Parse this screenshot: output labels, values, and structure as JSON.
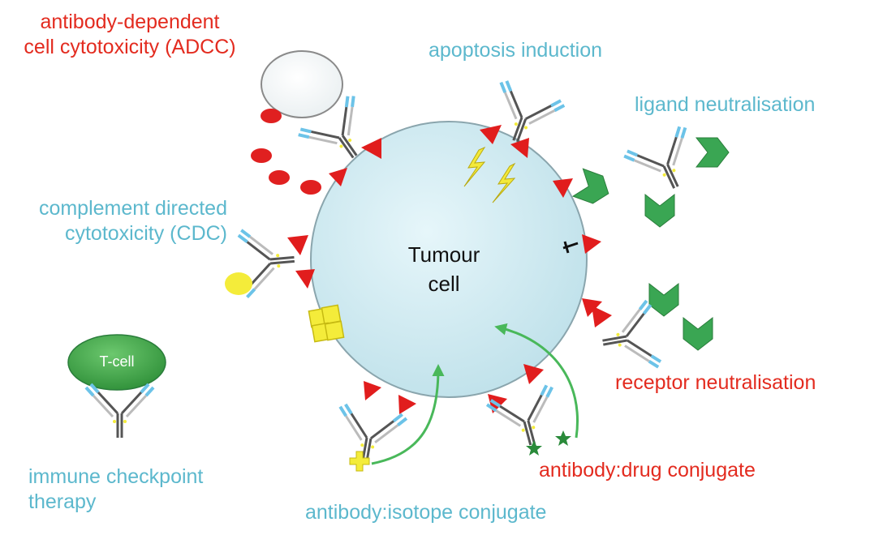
{
  "labels": {
    "adcc_line1": "antibody-dependent",
    "adcc_line2": "cell cytotoxicity (ADCC)",
    "apoptosis": "apoptosis induction",
    "ligand": "ligand neutralisation",
    "cdc_line1": "complement directed",
    "cdc_line2": "cytotoxicity (CDC)",
    "receptor": "receptor neutralisation",
    "drug_conjugate": "antibody:drug conjugate",
    "isotope_conjugate": "antibody:isotope conjugate",
    "checkpoint_line1": "immune checkpoint",
    "checkpoint_line2": "therapy"
  },
  "tumour_cell": {
    "line1": "Tumour",
    "line2": "cell"
  },
  "tcell": {
    "label": "T-cell"
  },
  "colors": {
    "cell_fill": "#cdeaf1",
    "cell_stroke": "#7f9aa2",
    "receptor_red": "#e11d1d",
    "ligand_green": "#3aa653",
    "complement_yellow": "#f4ec3a",
    "antibody_blue": "#6cc3e8",
    "antibody_dark": "#555555",
    "red_label": "#e32b1f",
    "teal_label": "#5cb8cd"
  }
}
